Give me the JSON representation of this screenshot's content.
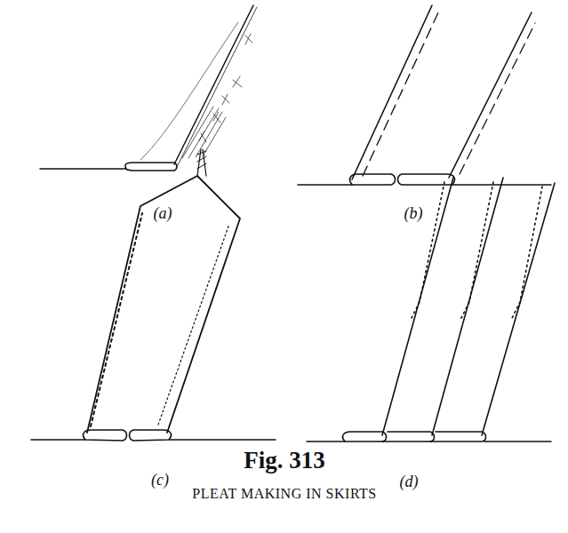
{
  "diagram": {
    "title": "Fig. 313",
    "caption": "PLEAT MAKING IN SKIRTS",
    "labels": [
      "(a)",
      "(b)",
      "(c)",
      "(d)"
    ]
  }
}
